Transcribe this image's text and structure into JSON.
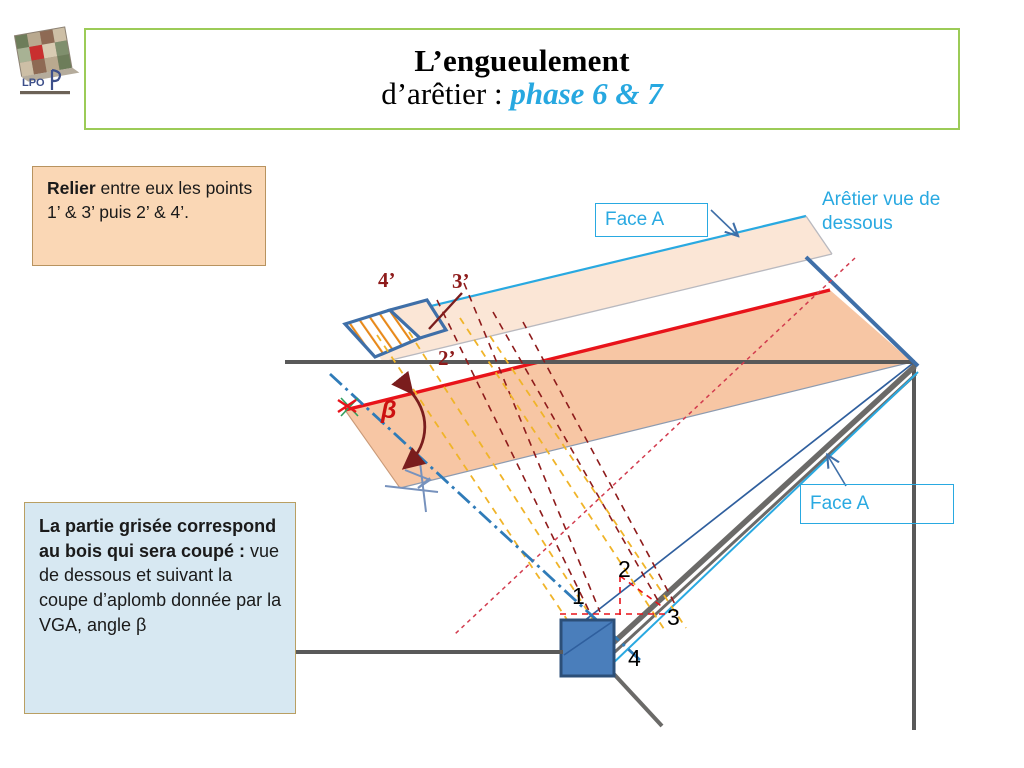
{
  "slide": {
    "title_line1": "L’engueulement",
    "title_line2_prefix": "d’arêtier : ",
    "title_phase": "phase 6 & 7",
    "title_border_color": "#9ccb57",
    "accent_cyan": "#29a9e1"
  },
  "logo": {
    "alt": "LPO school logo collage",
    "text": "LPO"
  },
  "notes": {
    "top": {
      "bold": "Relier",
      "rest": " entre eux les points  1’ & 3’ puis 2’ & 4’.",
      "bg_color": "#fad7b5"
    },
    "bottom": {
      "bold": "La partie grisée correspond au bois qui sera coupé :",
      "rest": " vue de dessous et suivant la coupe d’aplomb donnée par la VGA, angle β",
      "bg_color": "#d7e8f2"
    }
  },
  "labels": {
    "face_a_top": "Face A",
    "face_a_bottom": "Face A",
    "aretier": "Arêtier vue de dessous",
    "p4prime": "4’",
    "p3prime": "3’",
    "p2prime": "2’",
    "beta": "β",
    "n1": "1",
    "n2": "2",
    "n3": "3",
    "n4": "4"
  },
  "colors": {
    "cyan": "#29a9e1",
    "slate_blue": "#3f6fa8",
    "red": "#e8131a",
    "dark_red": "#8e1b1b",
    "gray": "#595959",
    "peach_light": "#fbe6d6",
    "peach_mid": "#f7c6a4",
    "orange_hatch": "#e8891a",
    "gold_dash": "#f0b429",
    "blue_square": "#4a7ebb",
    "green_tick": "#2e9e5b"
  }
}
